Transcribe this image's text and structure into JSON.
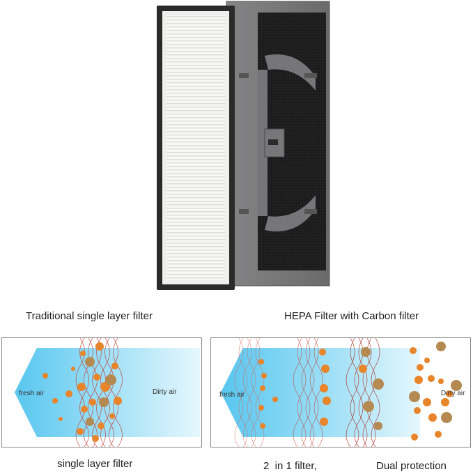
{
  "captions": {
    "left_top": "Traditional single layer filter",
    "right_top": "HEPA Filter with Carbon filter",
    "left_bottom": "single layer filter",
    "right_bottom_a": "2  in 1 filter,",
    "right_bottom_b": "Dual protection"
  },
  "diagram_labels": {
    "left_fresh": "fresh air",
    "left_dirty": "Dirty air",
    "right_fresh": "fresh air",
    "right_dirty": "Dirty air"
  },
  "colors": {
    "air_stream": "#7fd3f2",
    "particle": "#e8842a",
    "particle_dark": "#b58a52",
    "fiber": "#c0392b",
    "filter_frame": "#6f6f70",
    "filter_media": "#f4f4f2",
    "carbon": "#1e1e1e"
  }
}
